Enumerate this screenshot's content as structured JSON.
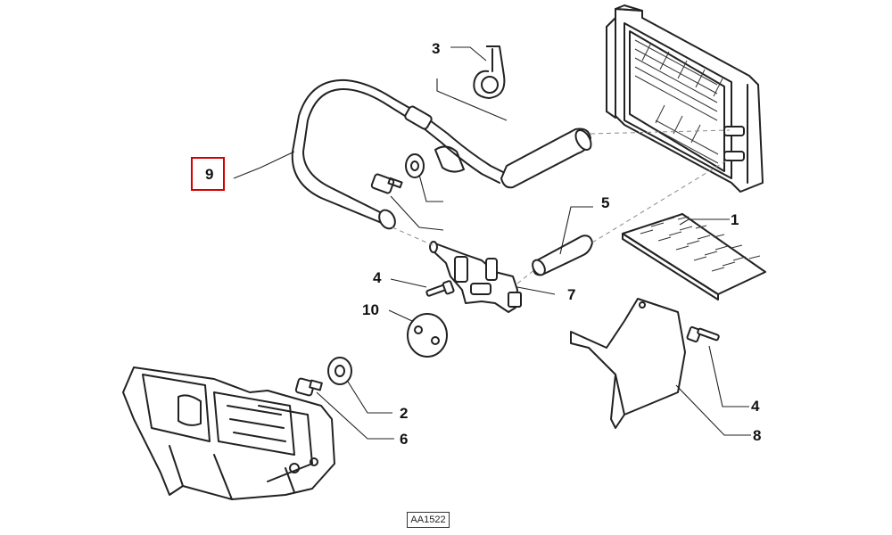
{
  "diagram_code": "AA1522",
  "highlight_color": "#d40000",
  "highlighted_callout": "9",
  "callouts": {
    "c1": "1",
    "c2": "2",
    "c3": "3",
    "c4a": "4",
    "c4b": "4",
    "c5": "5",
    "c6": "6",
    "c7": "7",
    "c8": "8",
    "c9": "9",
    "c10": "10"
  },
  "parts": [
    "radiator-core",
    "heater-pipe",
    "hose-clamp",
    "connector-valve",
    "hose-sleeve",
    "grille-plate",
    "bracket-cover",
    "grommet",
    "bolt",
    "heater-housing"
  ]
}
